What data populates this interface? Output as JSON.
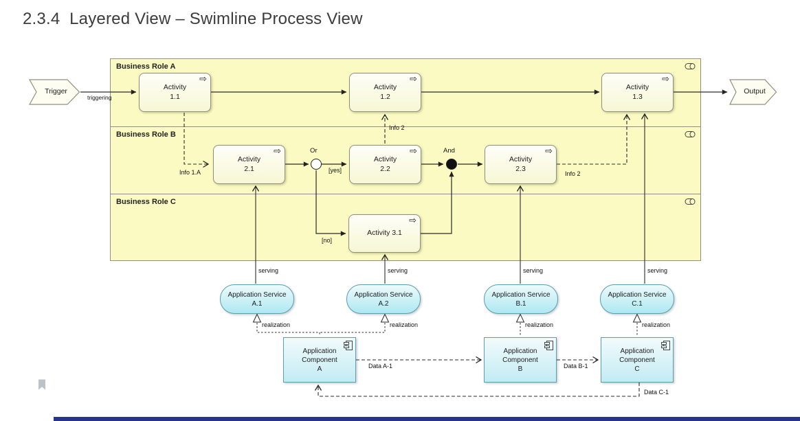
{
  "page": {
    "title": "2.3.4  Layered View – Swimline Process View"
  },
  "lanes": [
    {
      "label": "Business Role A"
    },
    {
      "label": "Business Role B"
    },
    {
      "label": "Business Role C"
    }
  ],
  "events": {
    "trigger": "Trigger",
    "output": "Output"
  },
  "activities": {
    "a11": "Activity\n1.1",
    "a12": "Activity\n1.2",
    "a13": "Activity\n1.3",
    "a21": "Activity\n2.1",
    "a22": "Activity\n2.2",
    "a23": "Activity\n2.3",
    "a31": "Activity 3.1"
  },
  "junctions": {
    "or": "Or",
    "and": "And"
  },
  "services": {
    "a1": "Application Service\nA.1",
    "a2": "Application Service\nA.2",
    "b1": "Application Service\nB.1",
    "c1": "Application Service\nC.1"
  },
  "components": {
    "a": "Application\nComponent\nA",
    "b": "Application\nComponent\nB",
    "c": "Application\nComponent\nC"
  },
  "edge_labels": {
    "triggering": "triggering",
    "info_1a": "Info 1.A",
    "yes": "[yes]",
    "no": "[no]",
    "info_2_top": "Info 2",
    "info_2_right": "Info 2",
    "serving": "serving",
    "realization": "realization",
    "data_a1": "Data A-1",
    "data_b1": "Data B-1",
    "data_c1": "Data C-1"
  },
  "icons": {
    "activity_arrow": "⇨",
    "business_role": "role-cylinder",
    "app_component": "component-module",
    "bookmark": "bookmark"
  },
  "colors": {
    "lane_fill": "#FAFAC2",
    "activity_fill": "#F6F6CF",
    "service_fill": "#A9E7F1",
    "component_fill": "#BFEAF2",
    "accent_bar": "#28348C"
  }
}
